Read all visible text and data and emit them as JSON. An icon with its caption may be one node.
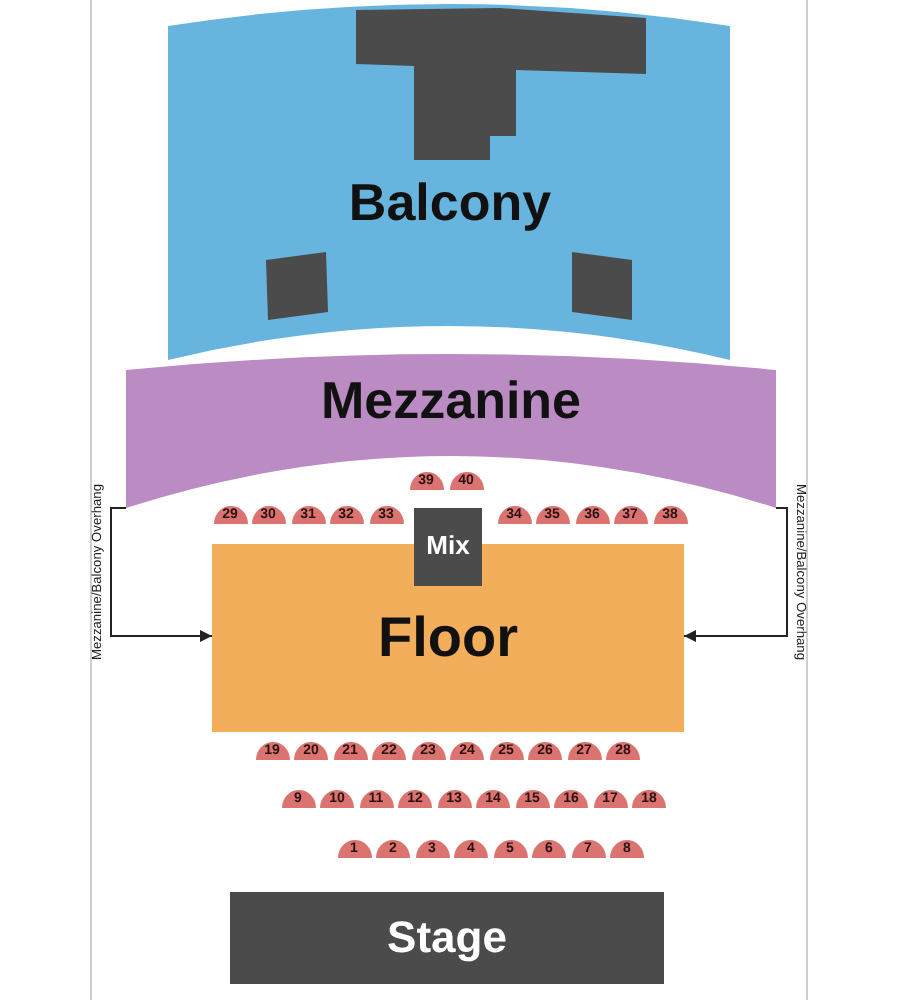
{
  "diagram": {
    "nodes": [
      {
        "text": [
          "Balcony"
        ]
      },
      {
        "text": [],
        "shape": "box",
        "in": 0
      },
      {
        "text": [],
        "shape": "box",
        "in": 0
      },
      {
        "text": [],
        "shape": "box",
        "in": 0
      },
      {
        "text": [
          "Mezzanine"
        ]
      },
      {
        "text": [
          "39"
        ]
      },
      {
        "text": [
          "40"
        ]
      },
      {
        "text": [
          "29"
        ]
      },
      {
        "text": [
          "30"
        ]
      },
      {
        "text": [
          "31"
        ]
      },
      {
        "text": [
          "32"
        ]
      },
      {
        "text": [
          "33"
        ]
      },
      {
        "text": [
          "Mix"
        ]
      },
      {
        "text": [
          "34"
        ]
      },
      {
        "text": [
          "35"
        ]
      },
      {
        "text": [
          "36"
        ]
      },
      {
        "text": [
          "37"
        ]
      },
      {
        "text": [
          "38"
        ]
      },
      {
        "text": [
          "Floor"
        ]
      },
      {
        "text": [
          "19"
        ]
      },
      {
        "text": [
          "20"
        ]
      },
      {
        "text": [
          "21"
        ]
      },
      {
        "text": [
          "22"
        ]
      },
      {
        "text": [
          "23"
        ]
      },
      {
        "text": [
          "24"
        ]
      },
      {
        "text": [
          "25"
        ]
      },
      {
        "text": [
          "26"
        ]
      },
      {
        "text": [
          "27"
        ]
      },
      {
        "text": [
          "28"
        ]
      },
      {
        "text": [
          "9"
        ]
      },
      {
        "text": [
          "10"
        ]
      },
      {
        "text": [
          "11"
        ]
      },
      {
        "text": [
          "12"
        ]
      },
      {
        "text": [
          "13"
        ]
      },
      {
        "text": [
          "14"
        ]
      },
      {
        "text": [
          "15"
        ]
      },
      {
        "text": [
          "16"
        ]
      },
      {
        "text": [
          "17"
        ]
      },
      {
        "text": [
          "18"
        ]
      },
      {
        "text": [
          "1"
        ]
      },
      {
        "text": [
          "2"
        ]
      },
      {
        "text": [
          "3"
        ]
      },
      {
        "text": [
          "4"
        ]
      },
      {
        "text": [
          "5"
        ]
      },
      {
        "text": [
          "6"
        ]
      },
      {
        "text": [
          "7"
        ]
      },
      {
        "text": [
          "8"
        ]
      },
      {
        "text": [
          "Stage"
        ]
      }
    ],
    "edges": [
      {
        "from": 4,
        "to": 18,
        "arrow": "to",
        "label": "Mezzanine/Balcony Overhang"
      },
      {
        "from": 4,
        "to": 18,
        "arrow": "to",
        "label": "Mezzanine/Balcony Overhang"
      }
    ]
  }
}
